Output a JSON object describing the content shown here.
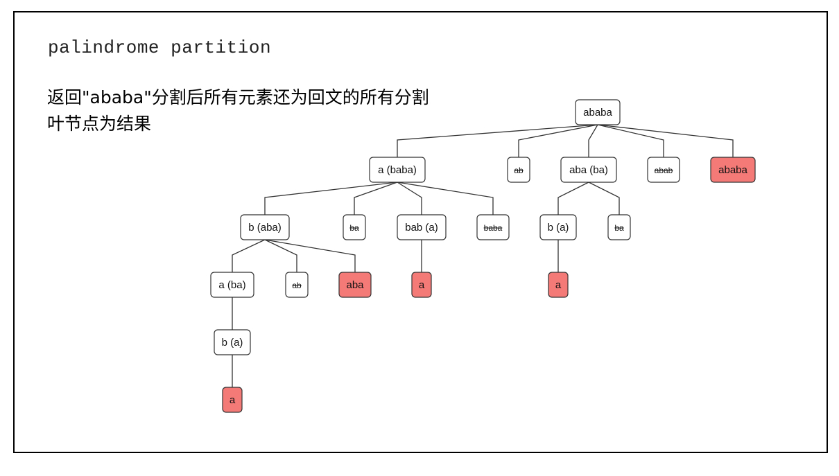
{
  "slide": {
    "title": "palindrome partition",
    "description_line1": "返回\"ababa\"分割后所有元素还为回文的所有分割",
    "description_line2": "叶节点为结果"
  },
  "colors": {
    "result_fill": "#f47a78",
    "normal_fill": "#ffffff",
    "border": "#333333"
  },
  "tree": {
    "nodes": [
      {
        "id": "n0",
        "label": "ababa",
        "status": "normal"
      },
      {
        "id": "n1",
        "label": "a (baba)",
        "status": "normal"
      },
      {
        "id": "n2",
        "label": "ab",
        "status": "pruned"
      },
      {
        "id": "n3",
        "label": "aba (ba)",
        "status": "normal"
      },
      {
        "id": "n4",
        "label": "abab",
        "status": "pruned"
      },
      {
        "id": "n5",
        "label": "ababa",
        "status": "result"
      },
      {
        "id": "n6",
        "label": "b (aba)",
        "status": "normal"
      },
      {
        "id": "n7",
        "label": "ba",
        "status": "pruned"
      },
      {
        "id": "n8",
        "label": "bab (a)",
        "status": "normal"
      },
      {
        "id": "n9",
        "label": "baba",
        "status": "pruned"
      },
      {
        "id": "n10",
        "label": "b (a)",
        "status": "normal"
      },
      {
        "id": "n11",
        "label": "ba",
        "status": "pruned"
      },
      {
        "id": "n12",
        "label": "a (ba)",
        "status": "normal"
      },
      {
        "id": "n13",
        "label": "ab",
        "status": "pruned"
      },
      {
        "id": "n14",
        "label": "aba",
        "status": "result"
      },
      {
        "id": "n15",
        "label": "a",
        "status": "result"
      },
      {
        "id": "n16",
        "label": "a",
        "status": "result"
      },
      {
        "id": "n17",
        "label": "b (a)",
        "status": "normal"
      },
      {
        "id": "n18",
        "label": "a",
        "status": "result"
      }
    ],
    "edges": [
      [
        "n0",
        "n1"
      ],
      [
        "n0",
        "n2"
      ],
      [
        "n0",
        "n3"
      ],
      [
        "n0",
        "n4"
      ],
      [
        "n0",
        "n5"
      ],
      [
        "n1",
        "n6"
      ],
      [
        "n1",
        "n7"
      ],
      [
        "n1",
        "n8"
      ],
      [
        "n1",
        "n9"
      ],
      [
        "n3",
        "n10"
      ],
      [
        "n3",
        "n11"
      ],
      [
        "n6",
        "n12"
      ],
      [
        "n6",
        "n13"
      ],
      [
        "n6",
        "n14"
      ],
      [
        "n8",
        "n15"
      ],
      [
        "n10",
        "n16"
      ],
      [
        "n12",
        "n17"
      ],
      [
        "n17",
        "n18"
      ]
    ]
  }
}
